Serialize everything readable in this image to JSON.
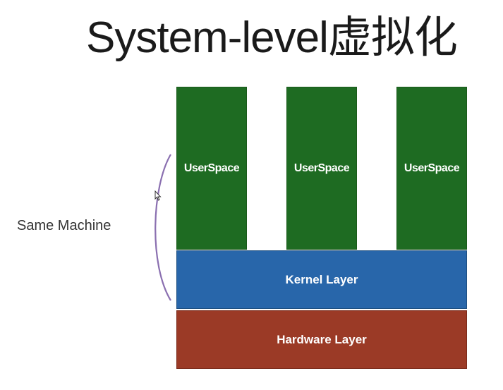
{
  "title": "System-level虚拟化",
  "side_label": "Same Machine",
  "user_spaces": [
    {
      "label": "UserSpace"
    },
    {
      "label": "UserSpace"
    },
    {
      "label": "UserSpace"
    }
  ],
  "kernel": {
    "label": "Kernel Layer"
  },
  "hardware": {
    "label": "Hardware Layer"
  },
  "colors": {
    "userspace": "#1e6b22",
    "kernel": "#2866aa",
    "hardware": "#9b3a26",
    "brace": "#8a6fb0",
    "title": "#1a1a1a"
  }
}
